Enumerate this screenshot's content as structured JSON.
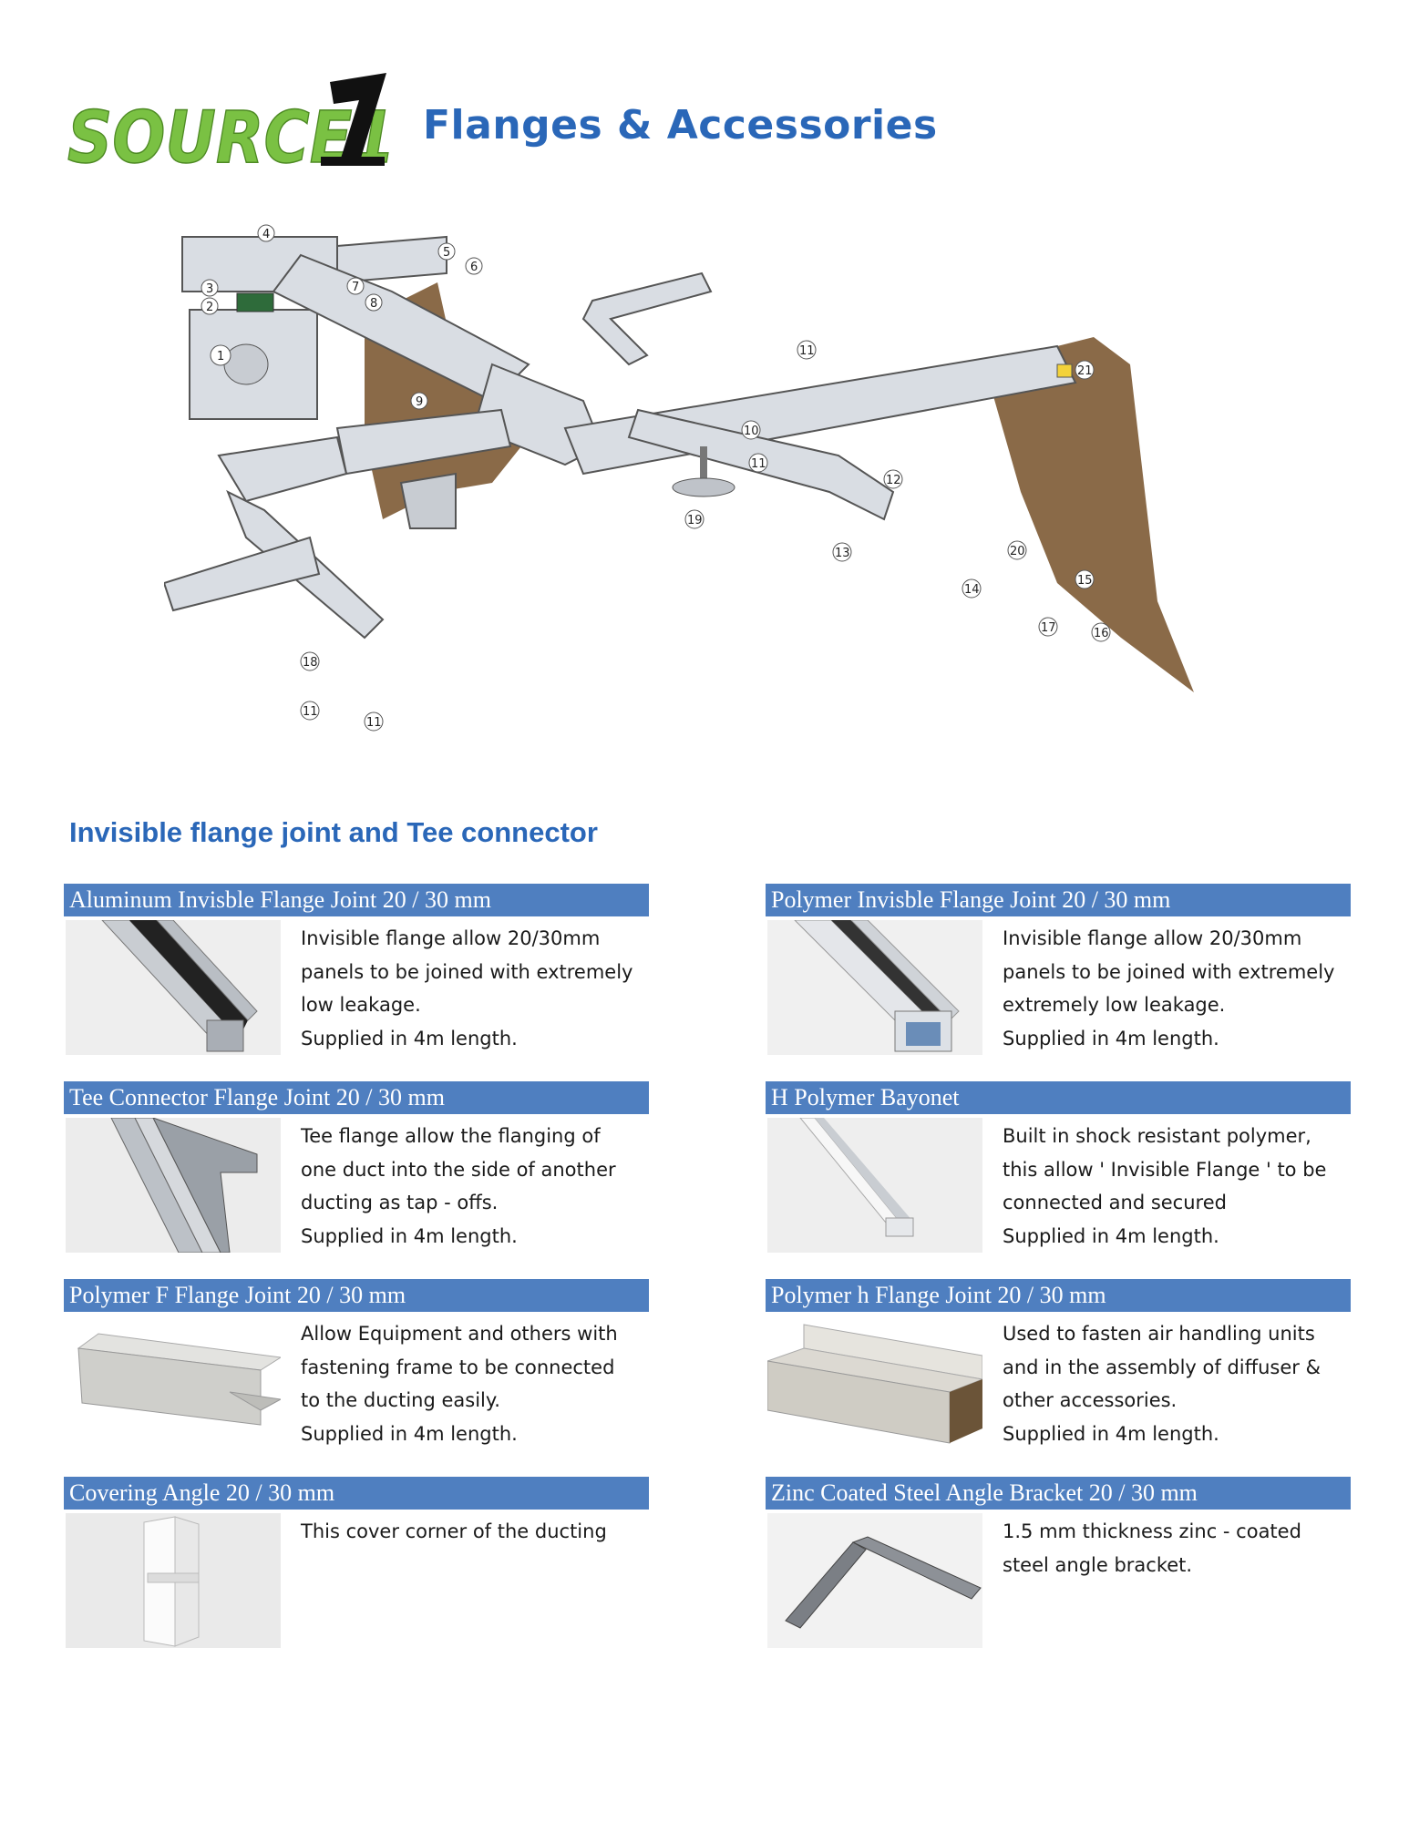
{
  "header": {
    "logo_text": "SOURCE1",
    "title": "Flanges & Accessories",
    "logo_green": "#7ac143",
    "title_color": "#2a67b8"
  },
  "diagram": {
    "labels": [
      "1",
      "2",
      "3",
      "4",
      "5",
      "6",
      "7",
      "8",
      "9",
      "10",
      "11",
      "11",
      "11",
      "11",
      "12",
      "13",
      "14",
      "15",
      "16",
      "17",
      "18",
      "19",
      "20",
      "21"
    ]
  },
  "section": {
    "title": "Invisible flange joint and Tee connector"
  },
  "products": [
    {
      "title": "Aluminum Invisble Flange Joint 20 / 30 mm",
      "lines": [
        "Invisible flange allow 20/30mm",
        "panels to be joined with extremely",
        "low leakage.",
        "Supplied in 4m length."
      ],
      "image_icon": "aluminum-flange-profile"
    },
    {
      "title": "Polymer Invisble Flange Joint 20 / 30 mm",
      "lines": [
        "Invisible flange allow 20/30mm",
        "panels to be joined with extremely",
        "extremely low leakage.",
        "Supplied in 4m length."
      ],
      "image_icon": "polymer-flange-profile"
    },
    {
      "title": "Tee Connector Flange Joint 20 / 30 mm",
      "lines": [
        "Tee flange allow the flanging of",
        "one duct into the side of another",
        "ducting as tap - offs.",
        "Supplied in 4m length."
      ],
      "image_icon": "tee-connector-profile"
    },
    {
      "title": "H Polymer Bayonet",
      "lines": [
        "Built in shock resistant polymer,",
        "this allow ' Invisible Flange ' to be",
        "connected and secured",
        "Supplied in 4m length."
      ],
      "image_icon": "h-bayonet-profile"
    },
    {
      "title": "Polymer F Flange Joint 20 / 30 mm",
      "lines": [
        "Allow Equipment and others with",
        "fastening frame to be connected",
        "to the ducting easily.",
        "Supplied in 4m length."
      ],
      "image_icon": "f-flange-profile"
    },
    {
      "title": "Polymer h Flange Joint 20 / 30 mm",
      "lines": [
        "Used to fasten air handling units",
        "and in the assembly of diffuser &",
        "other accessories.",
        "Supplied in 4m length."
      ],
      "image_icon": "h-flange-profile"
    },
    {
      "title": "Covering Angle 20 / 30 mm",
      "lines": [
        "This cover corner of the ducting"
      ],
      "image_icon": "covering-angle-profile"
    },
    {
      "title": "Zinc Coated Steel Angle Bracket 20 / 30 mm",
      "lines": [
        "1.5 mm thickness zinc - coated",
        "steel angle bracket."
      ],
      "image_icon": "angle-bracket-profile"
    }
  ],
  "colors": {
    "bar": "#4f7fc0",
    "duct": "#d9dde3",
    "wall": "#8a6a48"
  }
}
